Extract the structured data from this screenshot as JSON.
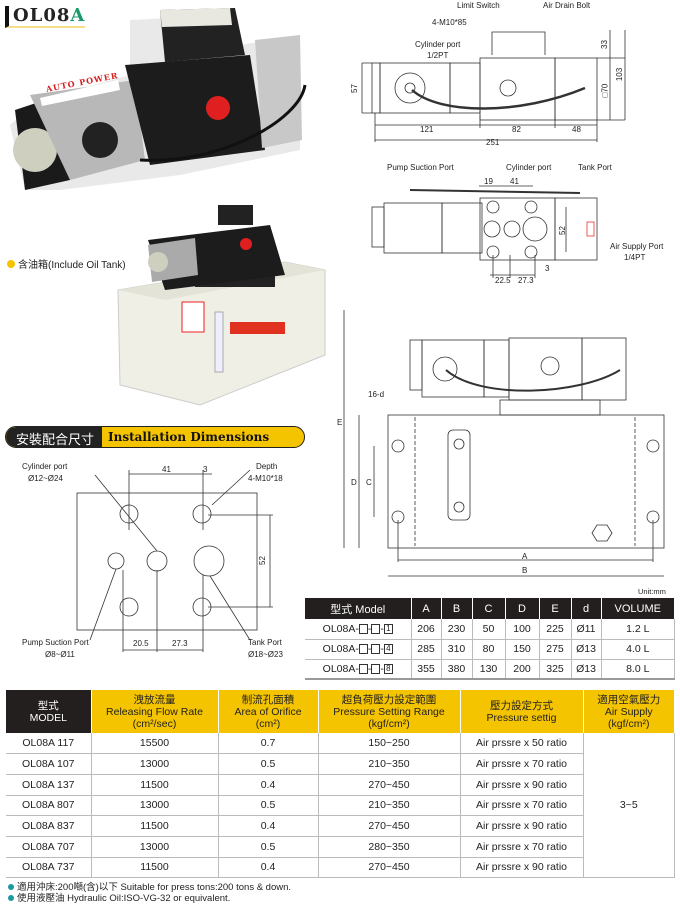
{
  "product_title": {
    "main": "OL08",
    "accent": "A"
  },
  "photo_caption": "含油箱(Include Oil Tank)",
  "photo_brand": "AUTO POWER",
  "section_banner": {
    "cn": "安裝配合尺寸",
    "en": "Installation Dimensions"
  },
  "side_view": {
    "limit_switch": "Limit Switch",
    "air_drain_bolt": "Air Drain Bolt",
    "bolts": "4-M10*85",
    "cylinder_port": "Cylinder port",
    "cylinder_port_size": "1/2PT",
    "dims": {
      "h57": "57",
      "l121": "121",
      "l82": "82",
      "l48": "48",
      "l251": "251",
      "h33": "33",
      "h103": "103",
      "sq70": "□70"
    }
  },
  "top_view": {
    "pump_suction_port": "Pump Suction Port",
    "cylinder_port": "Cylinder port",
    "tank_port": "Tank Port",
    "air_supply_port": "Air Supply Port",
    "air_supply_size": "1/4PT",
    "dims": {
      "d19": "19",
      "d41": "41",
      "d52": "52",
      "d22_5": "22.5",
      "d27_3": "27.3",
      "d3": "3"
    }
  },
  "mounting": {
    "cylinder_port": "Cylinder port",
    "cylinder_range": "Ø12~Ø24",
    "depth": "Depth",
    "depth_spec": "4-M10*18",
    "pump_suction_port": "Pump Suction Port",
    "pump_range": "Ø8~Ø11",
    "tank_port": "Tank Port",
    "tank_range": "Ø18~Ø23",
    "dims": {
      "d41": "41",
      "d3": "3",
      "d52": "52",
      "d20_5": "20.5",
      "d27_3": "27.3"
    }
  },
  "tank_view": {
    "holes": "16-d",
    "A": "A",
    "B": "B",
    "C": "C",
    "D": "D",
    "E": "E"
  },
  "dimension_table": {
    "unit": "Unit:mm",
    "headers": [
      "型式 Model",
      "A",
      "B",
      "C",
      "D",
      "E",
      "d",
      "VOLUME"
    ],
    "model_prefix": "OL08A-",
    "rows": [
      {
        "code": "1",
        "A": "206",
        "B": "230",
        "C": "50",
        "D": "100",
        "E": "225",
        "d": "Ø11",
        "volume": "1.2 L"
      },
      {
        "code": "4",
        "A": "285",
        "B": "310",
        "C": "80",
        "D": "150",
        "E": "275",
        "d": "Ø13",
        "volume": "4.0 L"
      },
      {
        "code": "8",
        "A": "355",
        "B": "380",
        "C": "130",
        "D": "200",
        "E": "325",
        "d": "Ø13",
        "volume": "8.0 L"
      }
    ]
  },
  "spec_table": {
    "headers": [
      {
        "cn": "型式",
        "en": "MODEL",
        "unit": ""
      },
      {
        "cn": "洩放流量",
        "en": "Releasing Flow Rate",
        "unit": "(cm²/sec)"
      },
      {
        "cn": "制流孔面積",
        "en": "Area of Orifice",
        "unit": "(cm²)"
      },
      {
        "cn": "超負荷壓力設定範圍",
        "en": "Pressure Setting Range",
        "unit": "(kgf/cm²)"
      },
      {
        "cn": "壓力設定方式",
        "en": "Pressure settig",
        "unit": ""
      },
      {
        "cn": "適用空氣壓力",
        "en": "Air Supply",
        "unit": "(kgf/cm²)"
      }
    ],
    "air_supply": "3~5",
    "rows": [
      [
        "OL08A 117",
        "15500",
        "0.7",
        "150~250",
        "Air prssre x 50 ratio"
      ],
      [
        "OL08A 107",
        "13000",
        "0.5",
        "210~350",
        "Air prssre x 70 ratio"
      ],
      [
        "OL08A 137",
        "11500",
        "0.4",
        "270~450",
        "Air prssre x 90 ratio"
      ],
      [
        "OL08A 807",
        "13000",
        "0.5",
        "210~350",
        "Air prssre x 70 ratio"
      ],
      [
        "OL08A 837",
        "11500",
        "0.4",
        "270~450",
        "Air prssre x 90 ratio"
      ],
      [
        "OL08A 707",
        "13000",
        "0.5",
        "280~350",
        "Air prssre x 70 ratio"
      ],
      [
        "OL08A 737",
        "11500",
        "0.4",
        "270~450",
        "Air prssre x 90 ratio"
      ]
    ]
  },
  "notes": [
    "適用沖床:200噸(含)以下 Suitable for press tons:200 tons & down.",
    "使用液壓油 Hydraulic Oil:ISO-VG-32 or equivalent."
  ]
}
